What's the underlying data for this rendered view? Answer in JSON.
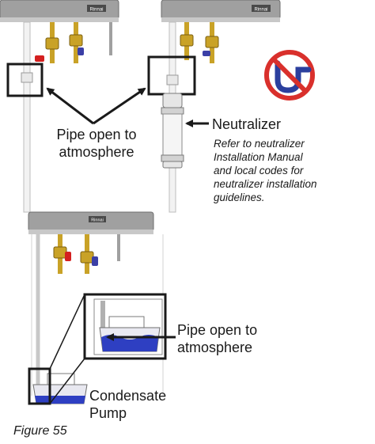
{
  "labels": {
    "pipe_open_top": [
      "Pipe open to",
      "atmosphere"
    ],
    "neutralizer": "Neutralizer",
    "neutralizer_note": [
      "Refer to neutralizer",
      "Installation Manual",
      "and local codes for",
      "neutralizer installation",
      "guidelines."
    ],
    "pipe_open_pump": [
      "Pipe open to",
      "atmosphere"
    ],
    "condensate_pump": [
      "Condensate",
      "Pump"
    ],
    "figure_caption": "Figure 55"
  },
  "brand_badge": "Rinnai",
  "icons": {
    "prohibited": "no-trap-icon",
    "prohibited_color": "#d9302c",
    "trap_color": "#2b3f9e"
  },
  "colors": {
    "unit_gray": "#9a9a9a",
    "valve_red": "#d42020",
    "valve_blue": "#3b3fa6",
    "valve_brass": "#c9a227",
    "water": "#2e3fc2",
    "frame": "#1a1a1a"
  }
}
